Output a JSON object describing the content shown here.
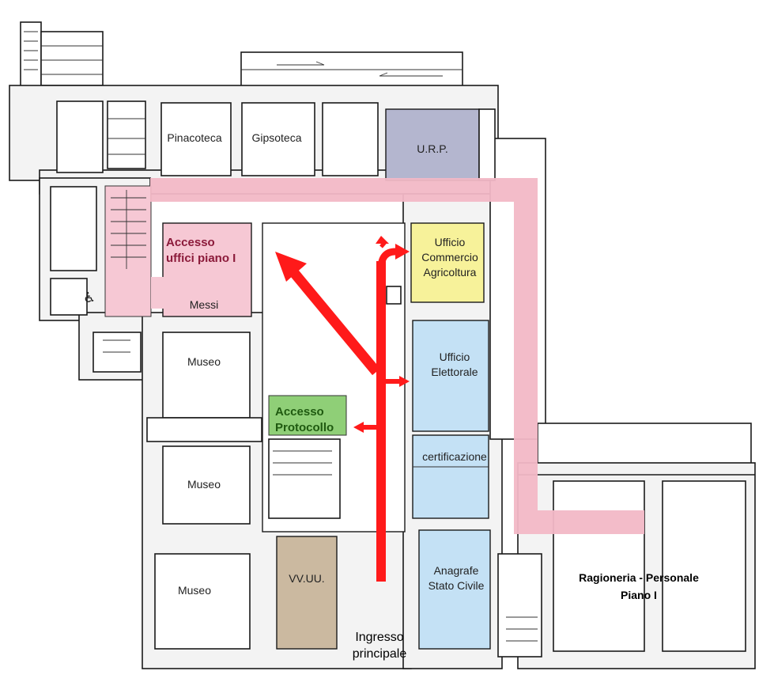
{
  "rooms": {
    "pinacoteca": "Pinacoteca",
    "gipsoteca": "Gipsoteca",
    "urp": "U.R.P.",
    "messi": "Messi",
    "museo_1": "Museo",
    "museo_2": "Museo",
    "museo_3": "Museo",
    "vvuu": "VV.UU.",
    "commercio": [
      "Ufficio",
      "Commercio",
      "Agricoltura"
    ],
    "elettorale": [
      "Ufficio",
      "Elettorale"
    ],
    "certificazione": "certificazione",
    "anagrafe": [
      "Anagrafe",
      "Stato Civile"
    ]
  },
  "highlights": {
    "accesso_uffici": [
      "Accesso",
      "uffici piano I"
    ],
    "accesso_protocollo": [
      "Accesso",
      "Protocollo"
    ]
  },
  "notes": {
    "ingresso": [
      "Ingresso",
      "principale"
    ],
    "ragioneria": [
      "Ragioneria - Personale",
      "Piano I"
    ]
  },
  "colors": {
    "corridor": "#f2b8c6",
    "arrow": "#ff1a1a",
    "uffici_pink": "#f6c8d4",
    "accesso_text": "#8b1a3a",
    "protocollo_green": "#8fcf77",
    "protocollo_text": "#1f5a10",
    "commercio_yellow": "#f7f29a",
    "blue_offices": "#c4e1f5",
    "urp_grey": "#b4b6cf",
    "vvuu_brown": "#cbb9a0"
  }
}
